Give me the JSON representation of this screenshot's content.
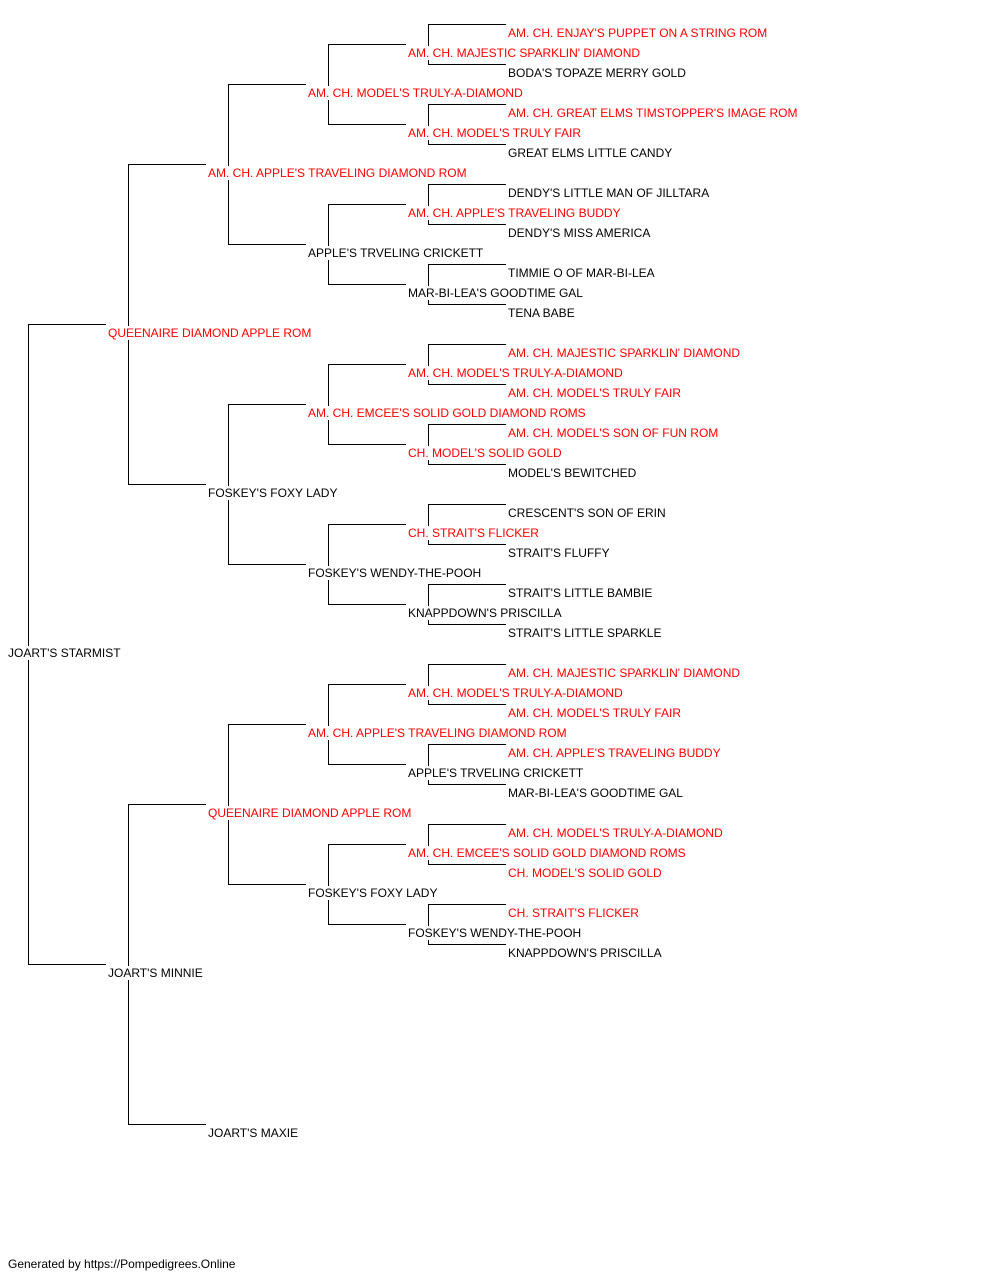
{
  "colors": {
    "champion": "#ff0000",
    "normal": "#000000",
    "line": "#000000"
  },
  "pedigree": {
    "name": "JOART'S STARMIST",
    "champion": false,
    "sire": {
      "name": "QUEENAIRE DIAMOND APPLE ROM",
      "champion": true,
      "sire": {
        "name": "AM. CH. APPLE'S TRAVELING DIAMOND ROM",
        "champion": true,
        "sire": {
          "name": "AM. CH. MODEL'S TRULY-A-DIAMOND",
          "champion": true,
          "sire": {
            "name": "AM. CH. MAJESTIC SPARKLIN' DIAMOND",
            "champion": true,
            "sire": {
              "name": "AM. CH. ENJAY'S PUPPET ON A STRING ROM",
              "champion": true
            },
            "dam": {
              "name": "BODA'S TOPAZE MERRY GOLD",
              "champion": false
            }
          },
          "dam": {
            "name": "AM. CH. MODEL'S TRULY FAIR",
            "champion": true,
            "sire": {
              "name": "AM. CH. GREAT ELMS TIMSTOPPER'S IMAGE ROM",
              "champion": true
            },
            "dam": {
              "name": "GREAT ELMS LITTLE CANDY",
              "champion": false
            }
          }
        },
        "dam": {
          "name": "APPLE'S TRVELING CRICKETT",
          "champion": false,
          "sire": {
            "name": "AM. CH. APPLE'S TRAVELING BUDDY",
            "champion": true,
            "sire": {
              "name": "DENDY'S LITTLE MAN OF JILLTARA",
              "champion": false
            },
            "dam": {
              "name": "DENDY'S MISS AMERICA",
              "champion": false
            }
          },
          "dam": {
            "name": "MAR-BI-LEA'S GOODTIME GAL",
            "champion": false,
            "sire": {
              "name": "TIMMIE O OF MAR-BI-LEA",
              "champion": false
            },
            "dam": {
              "name": "TENA BABE",
              "champion": false
            }
          }
        }
      },
      "dam": {
        "name": "FOSKEY'S FOXY LADY",
        "champion": false,
        "sire": {
          "name": "AM. CH. EMCEE'S SOLID GOLD DIAMOND ROMS",
          "champion": true,
          "sire": {
            "name": "AM. CH. MODEL'S TRULY-A-DIAMOND",
            "champion": true,
            "sire": {
              "name": "AM. CH. MAJESTIC SPARKLIN' DIAMOND",
              "champion": true
            },
            "dam": {
              "name": "AM. CH. MODEL'S TRULY FAIR",
              "champion": true
            }
          },
          "dam": {
            "name": "CH. MODEL'S SOLID GOLD",
            "champion": true,
            "sire": {
              "name": "AM. CH. MODEL'S SON OF FUN ROM",
              "champion": true
            },
            "dam": {
              "name": "MODEL'S BEWITCHED",
              "champion": false
            }
          }
        },
        "dam": {
          "name": "FOSKEY'S WENDY-THE-POOH",
          "champion": false,
          "sire": {
            "name": "CH. STRAIT'S FLICKER",
            "champion": true,
            "sire": {
              "name": "CRESCENT'S SON OF ERIN",
              "champion": false
            },
            "dam": {
              "name": "STRAIT'S FLUFFY",
              "champion": false
            }
          },
          "dam": {
            "name": "KNAPPDOWN'S PRISCILLA",
            "champion": false,
            "sire": {
              "name": "STRAIT'S LITTLE BAMBIE",
              "champion": false
            },
            "dam": {
              "name": "STRAIT'S LITTLE SPARKLE",
              "champion": false
            }
          }
        }
      }
    },
    "dam": {
      "name": "JOART'S MINNIE",
      "champion": false,
      "sire": {
        "name": "QUEENAIRE DIAMOND APPLE ROM",
        "champion": true,
        "sire": {
          "name": "AM. CH. APPLE'S TRAVELING DIAMOND ROM",
          "champion": true,
          "sire": {
            "name": "AM. CH. MODEL'S TRULY-A-DIAMOND",
            "champion": true,
            "sire": {
              "name": "AM. CH. MAJESTIC SPARKLIN' DIAMOND",
              "champion": true
            },
            "dam": {
              "name": "AM. CH. MODEL'S TRULY FAIR",
              "champion": true
            }
          },
          "dam": {
            "name": "APPLE'S TRVELING CRICKETT",
            "champion": false,
            "sire": {
              "name": "AM. CH. APPLE'S TRAVELING BUDDY",
              "champion": true
            },
            "dam": {
              "name": "MAR-BI-LEA'S GOODTIME GAL",
              "champion": false
            }
          }
        },
        "dam": {
          "name": "FOSKEY'S FOXY LADY",
          "champion": false,
          "sire": {
            "name": "AM. CH. EMCEE'S SOLID GOLD DIAMOND ROMS",
            "champion": true,
            "sire": {
              "name": "AM. CH. MODEL'S TRULY-A-DIAMOND",
              "champion": true
            },
            "dam": {
              "name": "CH. MODEL'S SOLID GOLD",
              "champion": true
            }
          },
          "dam": {
            "name": "FOSKEY'S WENDY-THE-POOH",
            "champion": false,
            "sire": {
              "name": "CH. STRAIT'S FLICKER",
              "champion": true
            },
            "dam": {
              "name": "KNAPPDOWN'S PRISCILLA",
              "champion": false
            }
          }
        }
      },
      "dam": {
        "name": "JOART'S MAXIE",
        "champion": false
      }
    }
  },
  "footer": {
    "text": "Generated by https://Pompedigrees.Online"
  }
}
